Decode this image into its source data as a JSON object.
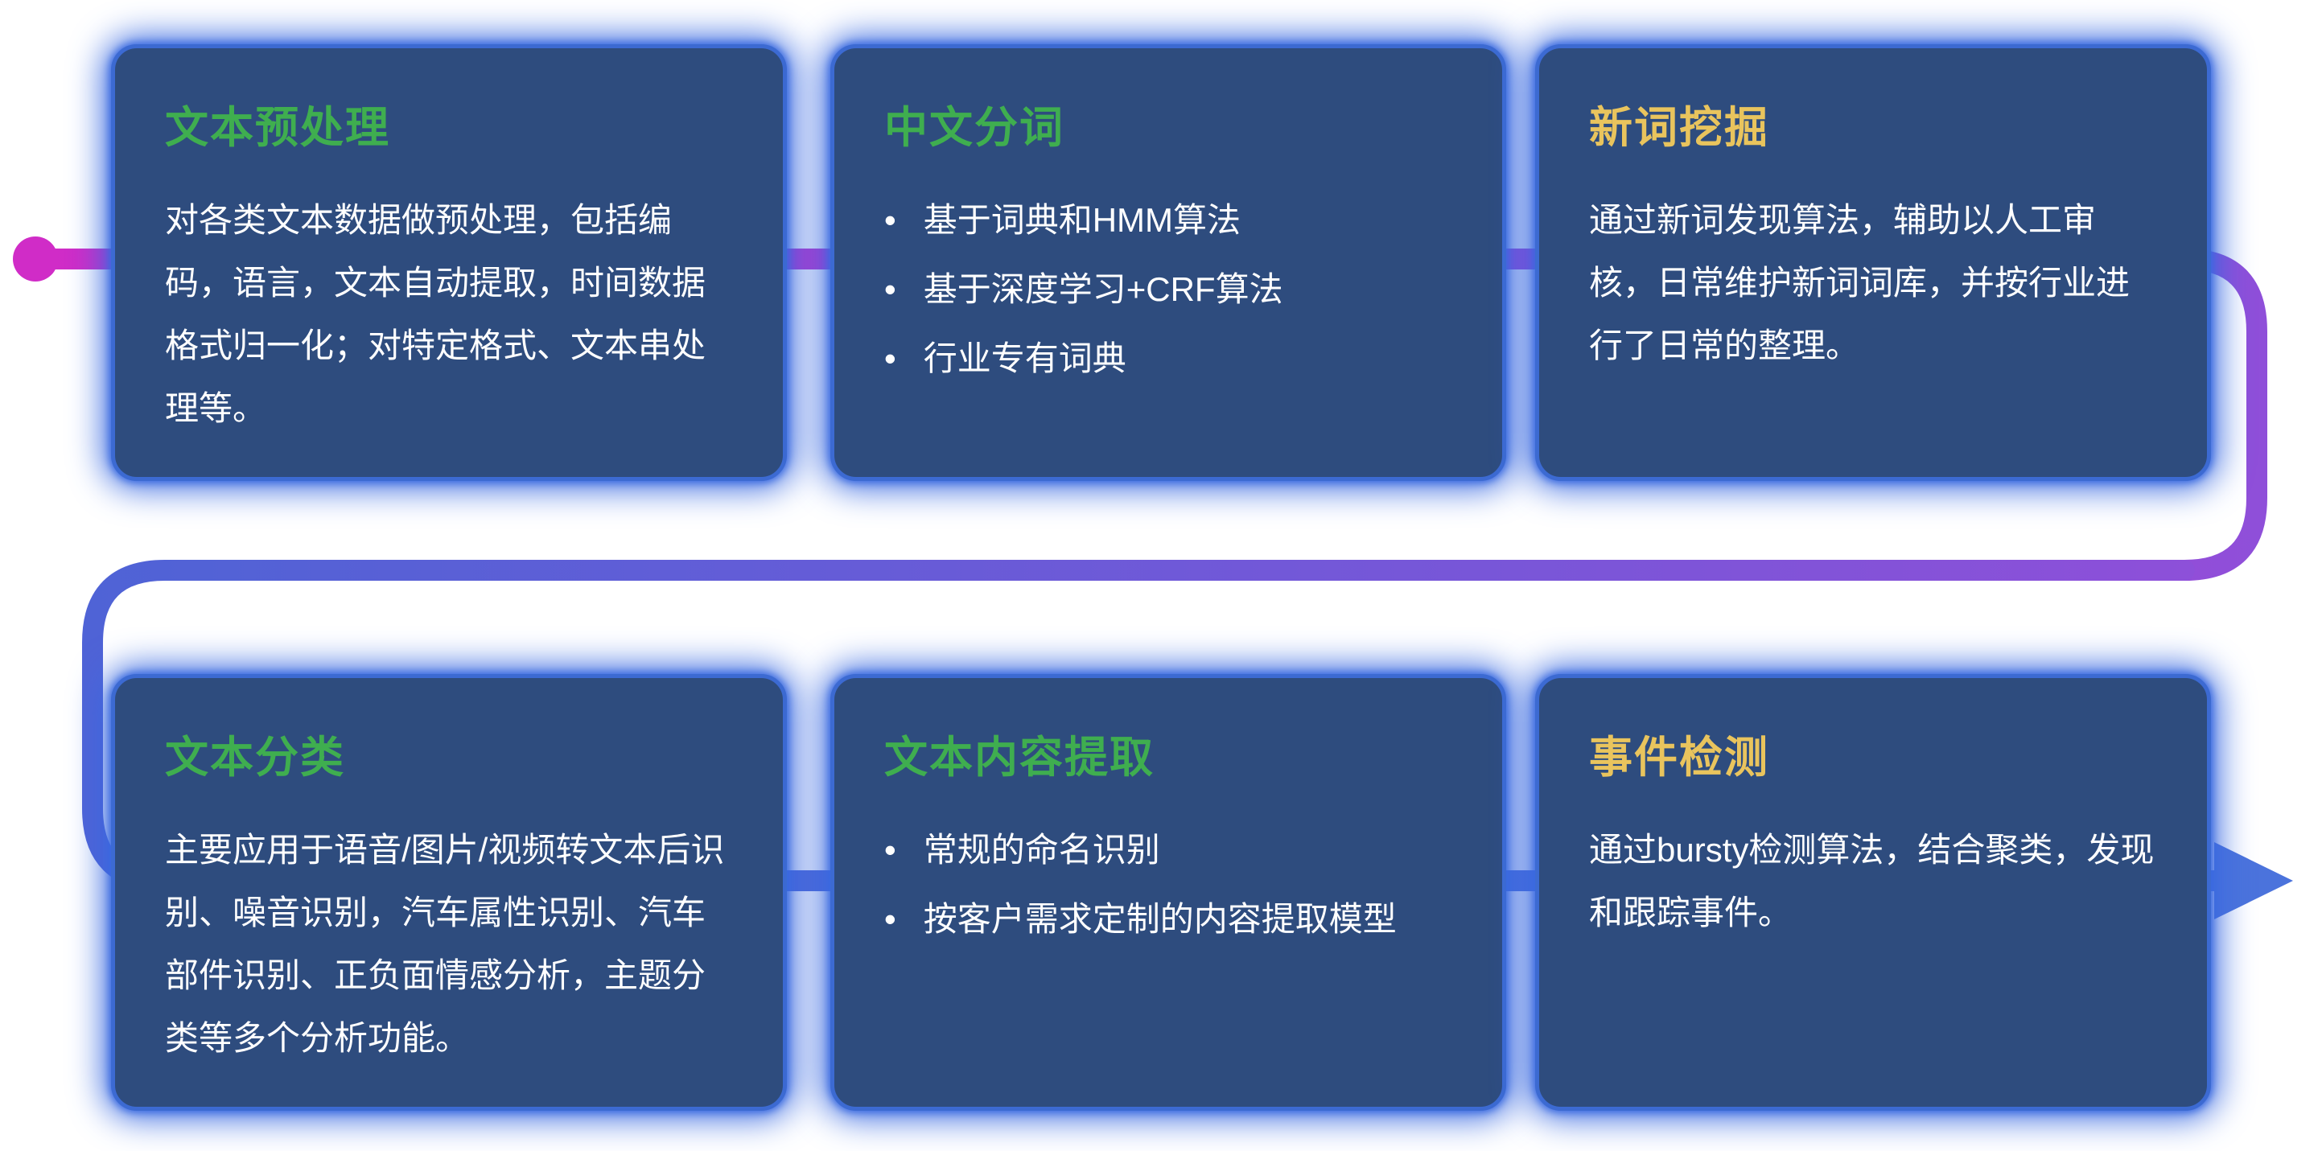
{
  "theme": {
    "background": "#ffffff",
    "card_bg": "#2e4c7e",
    "card_border": "#3c6ad2",
    "card_glow": "#3a6ae0",
    "title_green": "#3fae4f",
    "title_yellow": "#e9c45d",
    "body_text": "#ffffff",
    "flow_magenta": "#d02cc7",
    "flow_violet": "#b23ad2",
    "flow_purple": "#8f4fd9",
    "flow_blue_left": "#4f63d6",
    "flow_blue": "#4b73dc"
  },
  "flow": {
    "start_marker": "magenta-dot",
    "end_marker": "blue-right-arrow",
    "direction": "left-to-right snake through two rows"
  },
  "cards": [
    {
      "title": "文本预处理",
      "accent": "green",
      "body": "对各类文本数据做预处理，包括编码，语言，文本自动提取，时间数据格式归一化；对特定格式、文本串处理等。"
    },
    {
      "title": "中文分词",
      "accent": "green",
      "bullets": [
        "基于词典和HMM算法",
        "基于深度学习+CRF算法",
        "行业专有词典"
      ]
    },
    {
      "title": "新词挖掘",
      "accent": "yellow",
      "body": "通过新词发现算法，辅助以人工审核，日常维护新词词库，并按行业进行了日常的整理。"
    },
    {
      "title": "文本分类",
      "accent": "green",
      "body": "主要应用于语音/图片/视频转文本后识别、噪音识别，汽车属性识别、汽车部件识别、正负面情感分析，主题分类等多个分析功能。"
    },
    {
      "title": "文本内容提取",
      "accent": "green",
      "bullets": [
        "常规的命名识别",
        "按客户需求定制的内容提取模型"
      ]
    },
    {
      "title": "事件检测",
      "accent": "yellow",
      "body": "通过bursty检测算法，结合聚类，发现和跟踪事件。"
    }
  ]
}
